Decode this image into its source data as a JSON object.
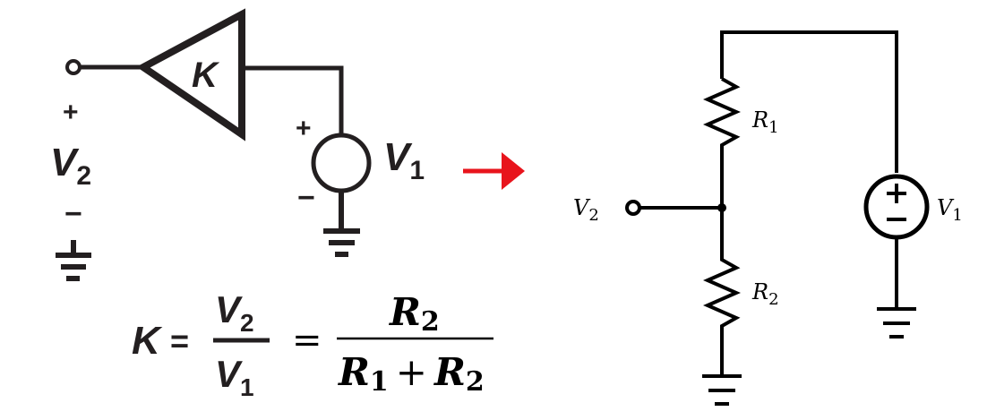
{
  "left_circuit": {
    "gain_label": "K",
    "output_label": "V",
    "output_sub": "2",
    "output_plus": "+",
    "output_minus": "−",
    "source_label": "V",
    "source_sub": "1",
    "source_plus": "+",
    "source_minus": "−"
  },
  "equation": {
    "lhs": "K",
    "eq1": "=",
    "num1": "V",
    "num1_sub": "2",
    "den1": "V",
    "den1_sub": "1",
    "eq2": "=",
    "num2": "R",
    "num2_sub": "2",
    "den2_a": "R",
    "den2_a_sub": "1",
    "den2_plus": "+",
    "den2_b": "R",
    "den2_b_sub": "2"
  },
  "right_circuit": {
    "r1_label": "R",
    "r1_sub": "1",
    "r2_label": "R",
    "r2_sub": "2",
    "v2_label": "V",
    "v2_sub": "2",
    "v1_label": "V",
    "v1_sub": "1"
  },
  "colors": {
    "arrow": "#e8141c",
    "left_wire": "#231f20",
    "right_wire": "#000000"
  }
}
